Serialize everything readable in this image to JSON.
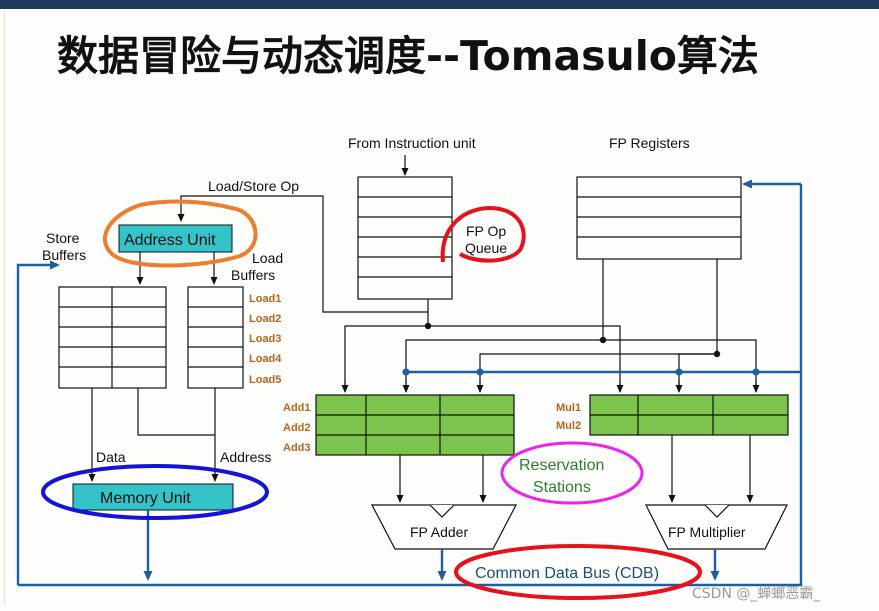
{
  "title": "数据冒险与动态调度--Tomasulo算法",
  "labels": {
    "from_instruction_unit": "From Instruction unit",
    "fp_registers": "FP Registers",
    "load_store_op": "Load/Store Op",
    "store_buffers_1": "Store",
    "store_buffers_2": "Buffers",
    "load_buffers_1": "Load",
    "load_buffers_2": "Buffers",
    "address_unit": "Address Unit",
    "fp_op_queue_1": "FP Op",
    "fp_op_queue_2": "Queue",
    "data": "Data",
    "address": "Address",
    "memory_unit": "Memory Unit",
    "reservation_stations_1": "Reservation",
    "reservation_stations_2": "Stations",
    "fp_adder": "FP Adder",
    "fp_multiplier": "FP Multiplier",
    "cdb": "Common Data Bus (CDB)",
    "watermark": "CSDN @_蝉螂恶霸_"
  },
  "load_buffers": [
    "Load1",
    "Load2",
    "Load3",
    "Load4",
    "Load5"
  ],
  "add_stations": [
    "Add1",
    "Add2",
    "Add3"
  ],
  "mul_stations": [
    "Mul1",
    "Mul2"
  ],
  "colors": {
    "bus_blue": "#1f5f9e",
    "station_green": "#7dc44e",
    "unit_cyan": "#33c3c8",
    "annot_orange": "#ee7d2e",
    "annot_red": "#e8101a",
    "annot_blue": "#1414d8",
    "annot_magenta": "#ee22ee"
  }
}
